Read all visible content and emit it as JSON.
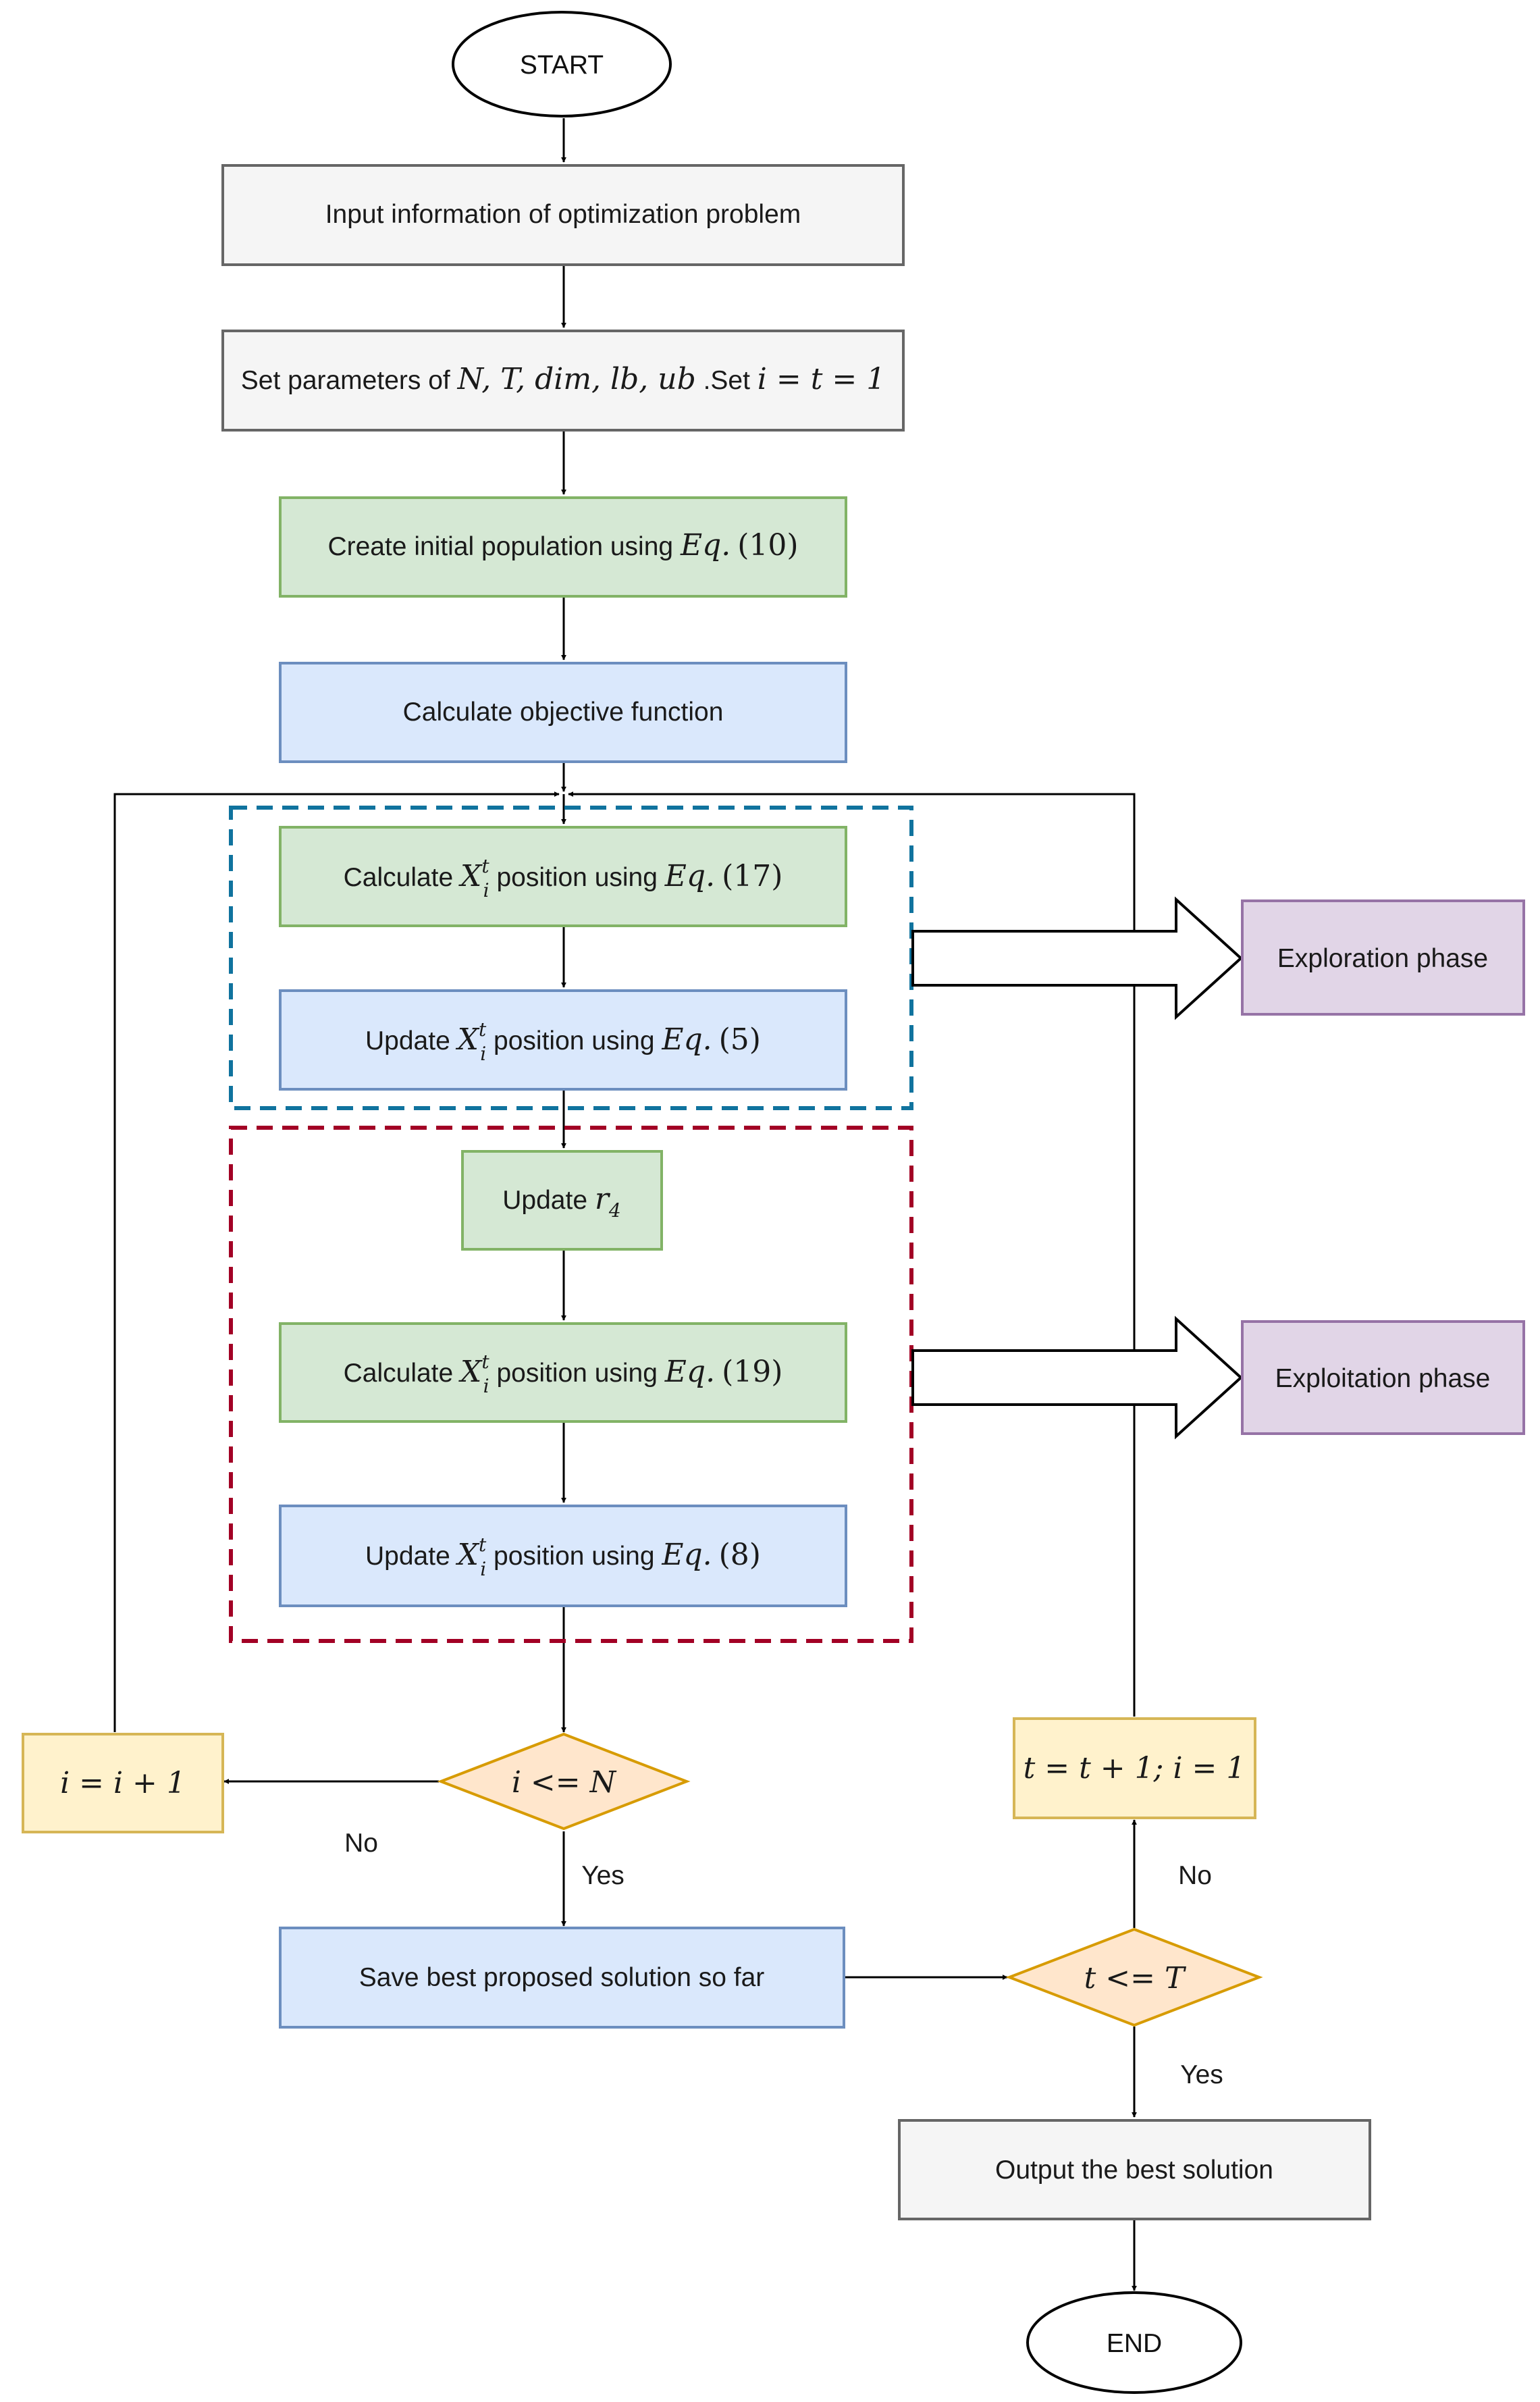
{
  "colors": {
    "gray_fill": "#f5f5f5",
    "gray_stroke": "#666666",
    "green_fill": "#d5e8d4",
    "green_stroke": "#82b366",
    "blue_fill": "#dae8fc",
    "blue_stroke": "#6c8ebf",
    "purple_fill": "#e1d5e7",
    "purple_stroke": "#9673a6",
    "yellow_fill": "#fff2cc",
    "yellow_stroke": "#d6b656",
    "orange_fill": "#ffe6cc",
    "orange_stroke": "#d79b00",
    "exploration_border": "#10739e",
    "exploitation_border": "#a20025"
  },
  "nodes": {
    "start": "START",
    "end": "END",
    "input_info": "Input information of optimization problem",
    "set_params": {
      "prefix": "Set parameters of ",
      "math": "N, T, dim, lb, ub",
      "mid": " .Set ",
      "math2": "i = t = 1"
    },
    "create_pop": {
      "prefix": "Create initial population using ",
      "eq": "Eq.",
      "ref": "(10)"
    },
    "calc_obj": "Calculate objective function",
    "calc_17": {
      "prefix": "Calculate ",
      "var": "X",
      "sup": "t",
      "sub": "i",
      "mid": " position using ",
      "eq": "Eq.",
      "ref": "(17)"
    },
    "update_5": {
      "prefix": "Update ",
      "var": "X",
      "sup": "t",
      "sub": "i",
      "mid": " position using ",
      "eq": "Eq.",
      "ref": "(5)"
    },
    "update_r4": {
      "prefix": "Update ",
      "var": "r",
      "sub": "4"
    },
    "calc_19": {
      "prefix": "Calculate ",
      "var": "X",
      "sup": "t",
      "sub": "i",
      "mid": " position using ",
      "eq": "Eq.",
      "ref": "(19)"
    },
    "update_8": {
      "prefix": "Update ",
      "var": "X",
      "sup": "t",
      "sub": "i",
      "mid": " position using ",
      "eq": "Eq.",
      "ref": "(8)"
    },
    "exploration": "Exploration phase",
    "exploitation": "Exploitation phase",
    "i_inc": "i = i + 1",
    "i_cond": "i <= N",
    "t_inc": "t = t + 1; i = 1",
    "t_cond": "t <= T",
    "save_best": "Save best proposed solution so far",
    "output_best": "Output the best solution"
  },
  "edge_labels": {
    "i_no": "No",
    "i_yes": "Yes",
    "t_no": "No",
    "t_yes": "Yes"
  }
}
